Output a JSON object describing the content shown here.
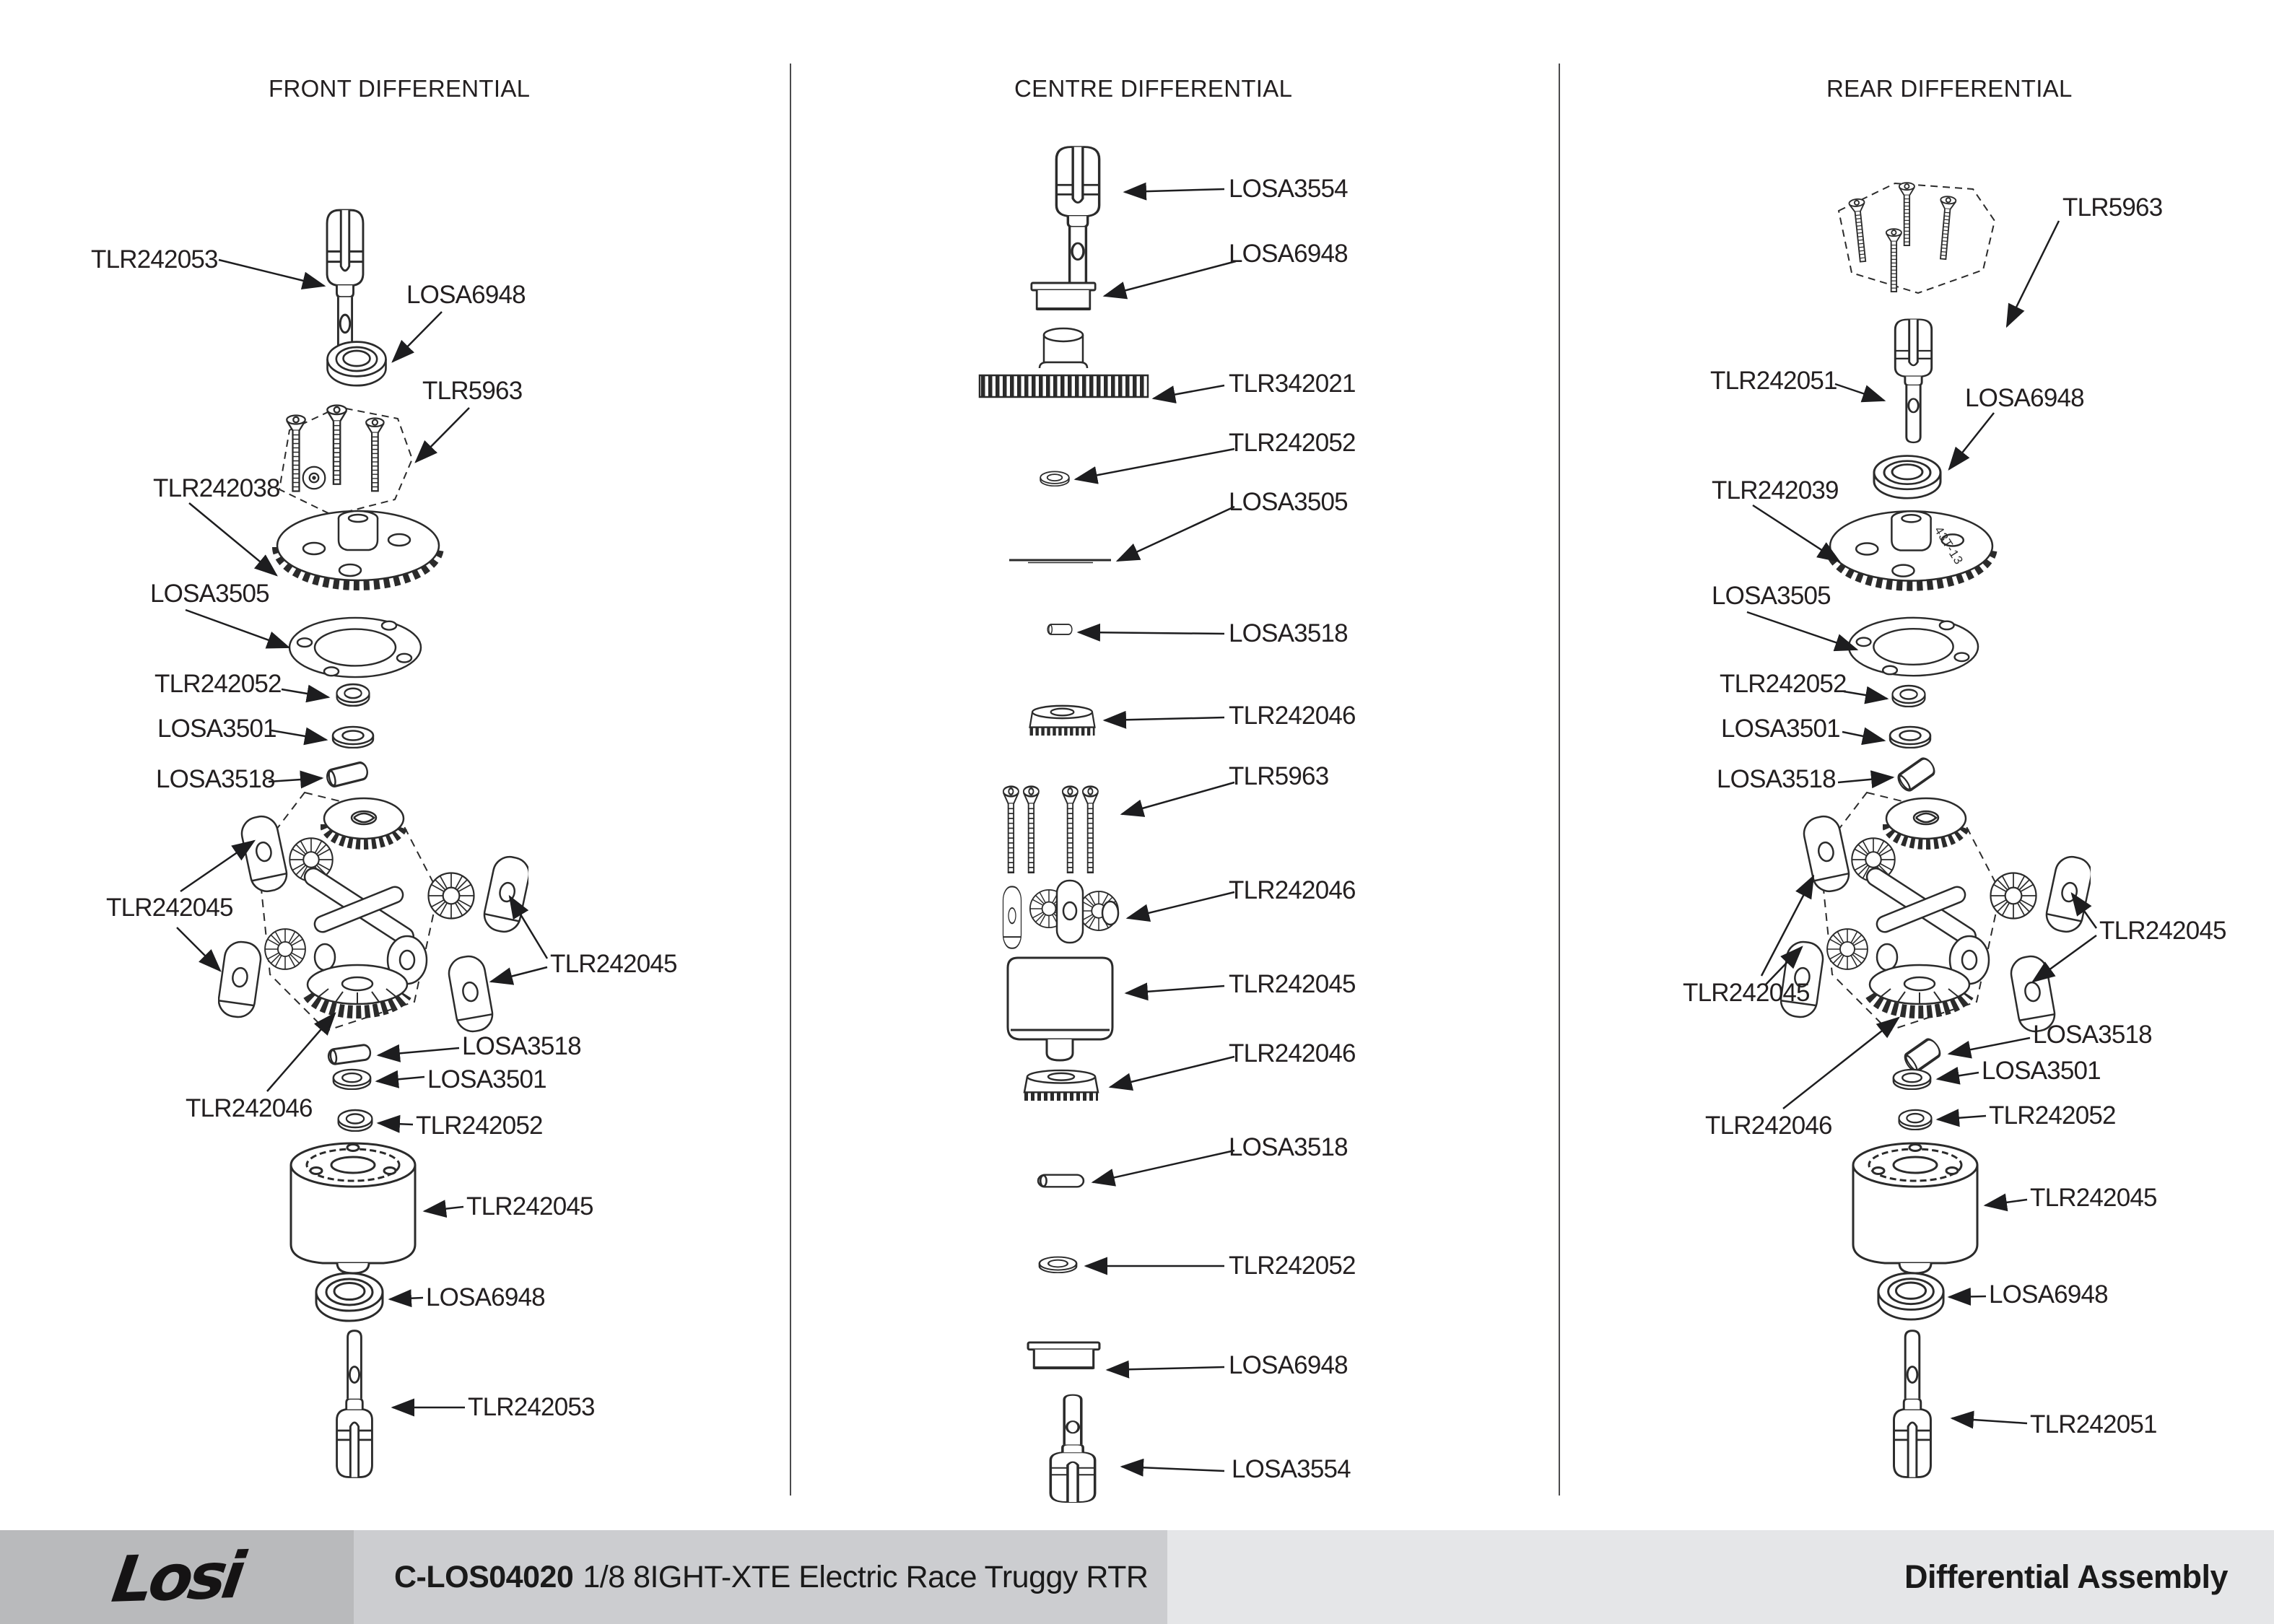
{
  "sections": {
    "front": {
      "title": "FRONT DIFFERENTIAL",
      "labels": [
        "TLR242053",
        "LOSA6948",
        "TLR5963",
        "TLR242038",
        "LOSA3505",
        "TLR242052",
        "LOSA3501",
        "LOSA3518",
        "TLR242045",
        "TLR242045",
        "LOSA3518",
        "LOSA3501",
        "TLR242046",
        "TLR242052",
        "TLR242045",
        "LOSA6948",
        "TLR242053"
      ]
    },
    "centre": {
      "title": "CENTRE DIFFERENTIAL",
      "labels": [
        "LOSA3554",
        "LOSA6948",
        "TLR342021",
        "TLR242052",
        "LOSA3505",
        "LOSA3518",
        "TLR242046",
        "TLR5963",
        "TLR242046",
        "TLR242045",
        "TLR242046",
        "LOSA3518",
        "TLR242052",
        "LOSA6948",
        "LOSA3554"
      ]
    },
    "rear": {
      "title": "REAR DIFFERENTIAL",
      "gear_marking": "43T-13",
      "labels": [
        "TLR5963",
        "TLR242051",
        "LOSA6948",
        "TLR242039",
        "LOSA3505",
        "TLR242052",
        "LOSA3501",
        "LOSA3518",
        "TLR242045",
        "TLR242045",
        "LOSA3518",
        "LOSA3501",
        "TLR242046",
        "TLR242052",
        "TLR242045",
        "LOSA6948",
        "TLR242051"
      ]
    }
  },
  "footer": {
    "logo": "Losi",
    "code": "C-LOS04020",
    "product": "1/8 8IGHT-XTE Electric Race Truggy RTR",
    "sheet": "Differential Assembly"
  },
  "colors": {
    "line_art": "#2b2b2b",
    "label_text": "#231f20",
    "logo_box": "#b9babc",
    "product_band": "#cccdd0",
    "title_band": "#e5e6e8"
  }
}
